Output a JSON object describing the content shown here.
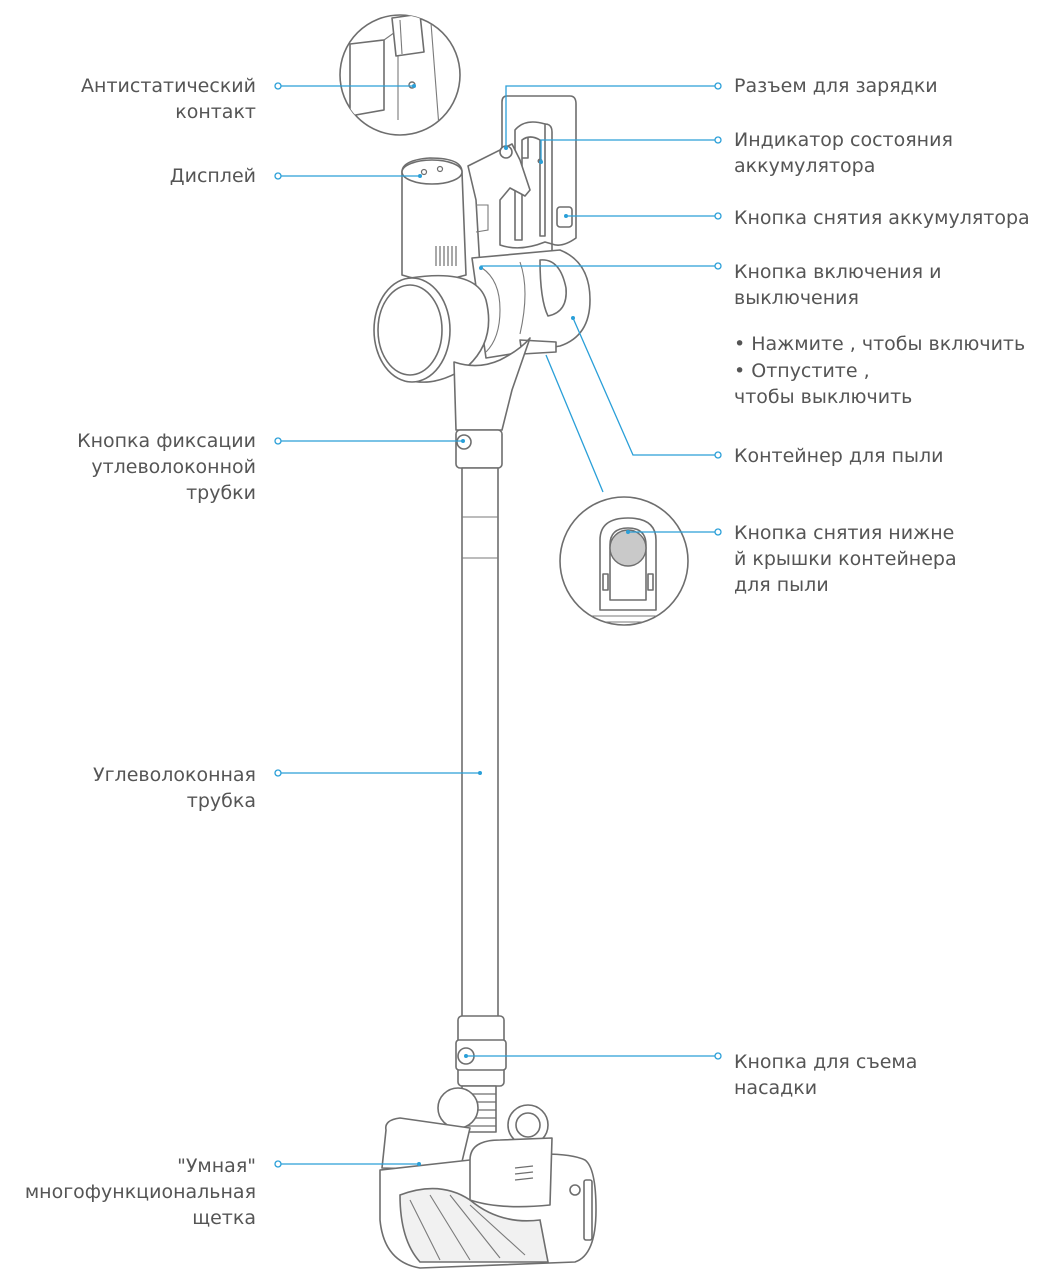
{
  "colors": {
    "accent": "#2a9fd8",
    "outline": "#6e6e6e",
    "text": "#555555"
  },
  "labels": {
    "antistatic_contact": "Антистатический\nконтакт",
    "display": "Дисплей",
    "tube_lock_button": "Кнопка фиксации\nутлеволоконной\nтрубки",
    "carbon_tube": "Углеволоконная\nтрубка",
    "smart_brush": "\"Умная\"\nмногофункциональная\nщетка",
    "charging_port": "Разъем для зарядки",
    "battery_indicator": "Индикатор состояния\nаккумулятора",
    "battery_release_button": "Кнопка снятия аккумулятора",
    "power_button": "Кнопка включения и\nвыключения",
    "power_hint_press": "• Нажмите , чтобы включить",
    "power_hint_release": "• Отпустите ,\n  чтобы выключить",
    "dust_container": "Контейнер для пыли",
    "bottom_cover_release": "Кнопка снятия нижне\nй крышки контейнера\nдля пыли",
    "attachment_release": "Кнопка для съема\nнасадки"
  }
}
